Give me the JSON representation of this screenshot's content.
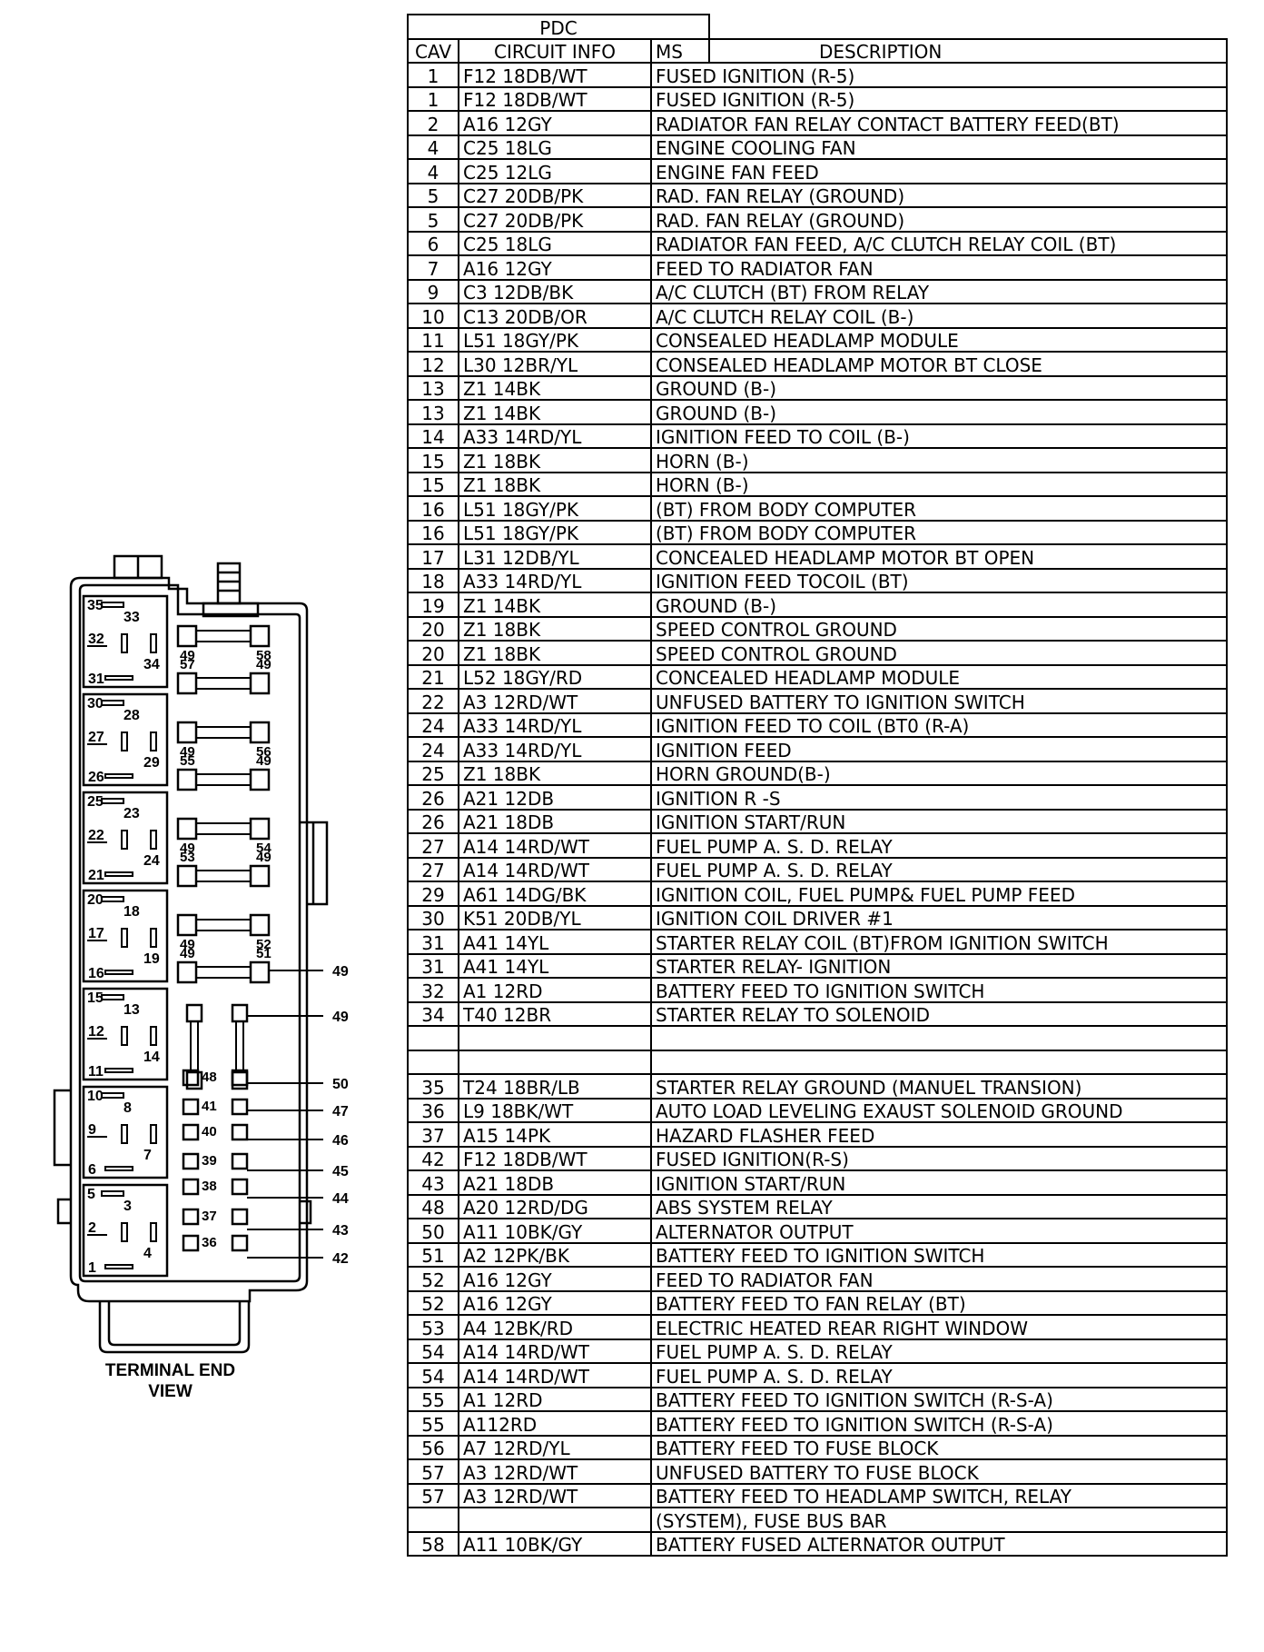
{
  "table": {
    "title": "PDC",
    "headers": {
      "cav": "CAV",
      "circuit": "CIRCUIT INFO",
      "ms": "MS",
      "description": "DESCRIPTION"
    },
    "rows": [
      [
        "1",
        "F12 18DB/WT",
        "FUSED IGNITION (R-5)"
      ],
      [
        "1",
        "F12 18DB/WT",
        "FUSED IGNITION (R-5)"
      ],
      [
        "2",
        "A16 12GY",
        "RADIATOR FAN RELAY CONTACT BATTERY FEED(BT)"
      ],
      [
        "4",
        "C25 18LG",
        "ENGINE COOLING FAN"
      ],
      [
        "4",
        "C25 12LG",
        "ENGINE FAN FEED"
      ],
      [
        "5",
        "C27 20DB/PK",
        "RAD. FAN RELAY (GROUND)"
      ],
      [
        "5",
        "C27 20DB/PK",
        "RAD. FAN RELAY (GROUND)"
      ],
      [
        "6",
        "C25 18LG",
        "RADIATOR FAN FEED, A/C CLUTCH RELAY COIL (BT)"
      ],
      [
        "7",
        "A16 12GY",
        "FEED TO RADIATOR FAN"
      ],
      [
        "9",
        "C3 12DB/BK",
        "A/C CLUTCH (BT) FROM RELAY"
      ],
      [
        "10",
        "C13 20DB/OR",
        "A/C CLUTCH RELAY COIL (B-)"
      ],
      [
        "11",
        "L51 18GY/PK",
        "CONSEALED HEADLAMP MODULE"
      ],
      [
        "12",
        "L30 12BR/YL",
        "CONSEALED HEADLAMP MOTOR BT CLOSE"
      ],
      [
        "13",
        "Z1 14BK",
        "GROUND (B-)"
      ],
      [
        "13",
        "Z1 14BK",
        "GROUND (B-)"
      ],
      [
        "14",
        "A33 14RD/YL",
        "IGNITION FEED TO COIL (B-)"
      ],
      [
        "15",
        "Z1 18BK",
        "HORN (B-)"
      ],
      [
        "15",
        "Z1 18BK",
        "HORN (B-)"
      ],
      [
        "16",
        "L51 18GY/PK",
        "(BT) FROM BODY COMPUTER"
      ],
      [
        "16",
        "L51 18GY/PK",
        "(BT) FROM BODY COMPUTER"
      ],
      [
        "17",
        "L31 12DB/YL",
        "CONCEALED HEADLAMP MOTOR BT OPEN"
      ],
      [
        "18",
        "A33 14RD/YL",
        "IGNITION FEED TOCOIL (BT)"
      ],
      [
        "19",
        "Z1 14BK",
        "GROUND (B-)"
      ],
      [
        "20",
        "Z1 18BK",
        "SPEED CONTROL GROUND"
      ],
      [
        "20",
        "Z1 18BK",
        "SPEED CONTROL GROUND"
      ],
      [
        "21",
        "L52 18GY/RD",
        "CONCEALED HEADLAMP MODULE"
      ],
      [
        "22",
        "A3 12RD/WT",
        "UNFUSED BATTERY TO IGNITION SWITCH"
      ],
      [
        "24",
        "A33 14RD/YL",
        "IGNITION FEED TO COIL (BT0 (R-A)"
      ],
      [
        "24",
        "A33 14RD/YL",
        "IGNITION FEED"
      ],
      [
        "25",
        "Z1 18BK",
        "HORN GROUND(B-)"
      ],
      [
        "26",
        "A21 12DB",
        "IGNITION R -S"
      ],
      [
        "26",
        "A21 18DB",
        "IGNITION START/RUN"
      ],
      [
        "27",
        "A14 14RD/WT",
        "FUEL PUMP A. S. D. RELAY"
      ],
      [
        "27",
        "A14 14RD/WT",
        "FUEL PUMP A. S. D. RELAY"
      ],
      [
        "29",
        "A61 14DG/BK",
        "IGNITION COIL, FUEL PUMP& FUEL PUMP FEED"
      ],
      [
        "30",
        "K51 20DB/YL",
        "IGNITION COIL DRIVER #1"
      ],
      [
        "31",
        "A41 14YL",
        "STARTER  RELAY COIL (BT)FROM IGNITION SWITCH"
      ],
      [
        "31",
        "A41 14YL",
        "STARTER RELAY- IGNITION"
      ],
      [
        "32",
        "A1 12RD",
        "BATTERY FEED TO IGNITION SWITCH"
      ],
      [
        "34",
        "T40 12BR",
        "STARTER RELAY TO SOLENOID"
      ],
      [
        "",
        "",
        ""
      ],
      [
        "",
        "",
        ""
      ],
      [
        "35",
        "T24 18BR/LB",
        "STARTER RELAY GROUND (MANUEL TRANSION)"
      ],
      [
        "36",
        "L9 18BK/WT",
        "AUTO LOAD LEVELING EXAUST SOLENOID GROUND"
      ],
      [
        "37",
        "A15 14PK",
        "HAZARD FLASHER FEED"
      ],
      [
        "42",
        "F12 18DB/WT",
        "FUSED IGNITION(R-S)"
      ],
      [
        "43",
        "A21 18DB",
        "IGNITION START/RUN"
      ],
      [
        "48",
        "A20 12RD/DG",
        "ABS SYSTEM RELAY"
      ],
      [
        "50",
        "A11 10BK/GY",
        "ALTERNATOR OUTPUT"
      ],
      [
        "51",
        "A2 12PK/BK",
        "BATTERY FEED TO IGNITION SWITCH"
      ],
      [
        "52",
        "A16 12GY",
        "FEED TO RADIATOR FAN"
      ],
      [
        "52",
        "A16 12GY",
        "BATTERY FEED TO FAN RELAY (BT)"
      ],
      [
        "53",
        "A4 12BK/RD",
        "ELECTRIC HEATED REAR RIGHT WINDOW"
      ],
      [
        "54",
        "A14 14RD/WT",
        "FUEL PUMP A. S. D. RELAY"
      ],
      [
        "54",
        "A14 14RD/WT",
        "FUEL PUMP A. S. D. RELAY"
      ],
      [
        "55",
        "A1 12RD",
        "BATTERY FEED TO IGNITION SWITCH (R-S-A)"
      ],
      [
        "55",
        "A112RD",
        "BATTERY FEED TO IGNITION SWITCH (R-S-A)"
      ],
      [
        "56",
        "A7 12RD/YL",
        "BATTERY FEED TO FUSE BLOCK"
      ],
      [
        "57",
        "A3 12RD/WT",
        "UNFUSED BATTERY TO FUSE BLOCK"
      ],
      [
        "57",
        "A3 12RD/WT",
        "BATTERY FEED TO HEADLAMP SWITCH, RELAY"
      ],
      [
        "",
        "",
        "(SYSTEM), FUSE BUS BAR"
      ],
      [
        "58",
        "A11 10BK/GY",
        "BATTERY FUSED ALTERNATOR OUTPUT"
      ]
    ]
  },
  "diagram": {
    "caption_line1": "TERMINAL END",
    "caption_line2": "VIEW",
    "relays": [
      {
        "top": "35",
        "mid": "33",
        "left": "32",
        "br": "34",
        "bl": "31"
      },
      {
        "top": "30",
        "mid": "28",
        "left": "27",
        "br": "29",
        "bl": "26"
      },
      {
        "top": "25",
        "mid": "23",
        "left": "22",
        "br": "24",
        "bl": "21"
      },
      {
        "top": "20",
        "mid": "18",
        "left": "17",
        "br": "19",
        "bl": "16"
      },
      {
        "top": "15",
        "mid": "13",
        "left": "12",
        "br": "14",
        "bl": "11"
      },
      {
        "top": "10",
        "mid": "8",
        "left": "9",
        "br": "7",
        "bl": "6"
      },
      {
        "top": "5",
        "mid": "3",
        "left": "2",
        "br": "4",
        "bl": "1"
      }
    ],
    "fuse_labels": [
      {
        "l": "49",
        "r": "58"
      },
      {
        "l": "57",
        "r": "49"
      },
      {
        "l": "49",
        "r": "56"
      },
      {
        "l": "55",
        "r": "49"
      },
      {
        "l": "49",
        "r": "54"
      },
      {
        "l": "53",
        "r": "49"
      },
      {
        "l": "49",
        "r": "52"
      },
      {
        "l": "49",
        "r": "51"
      }
    ],
    "inner_labels": [
      "48",
      "41",
      "40",
      "39",
      "38",
      "37",
      "36"
    ],
    "callouts": [
      "49",
      "49",
      "50",
      "47",
      "46",
      "45",
      "44",
      "43",
      "42"
    ]
  }
}
